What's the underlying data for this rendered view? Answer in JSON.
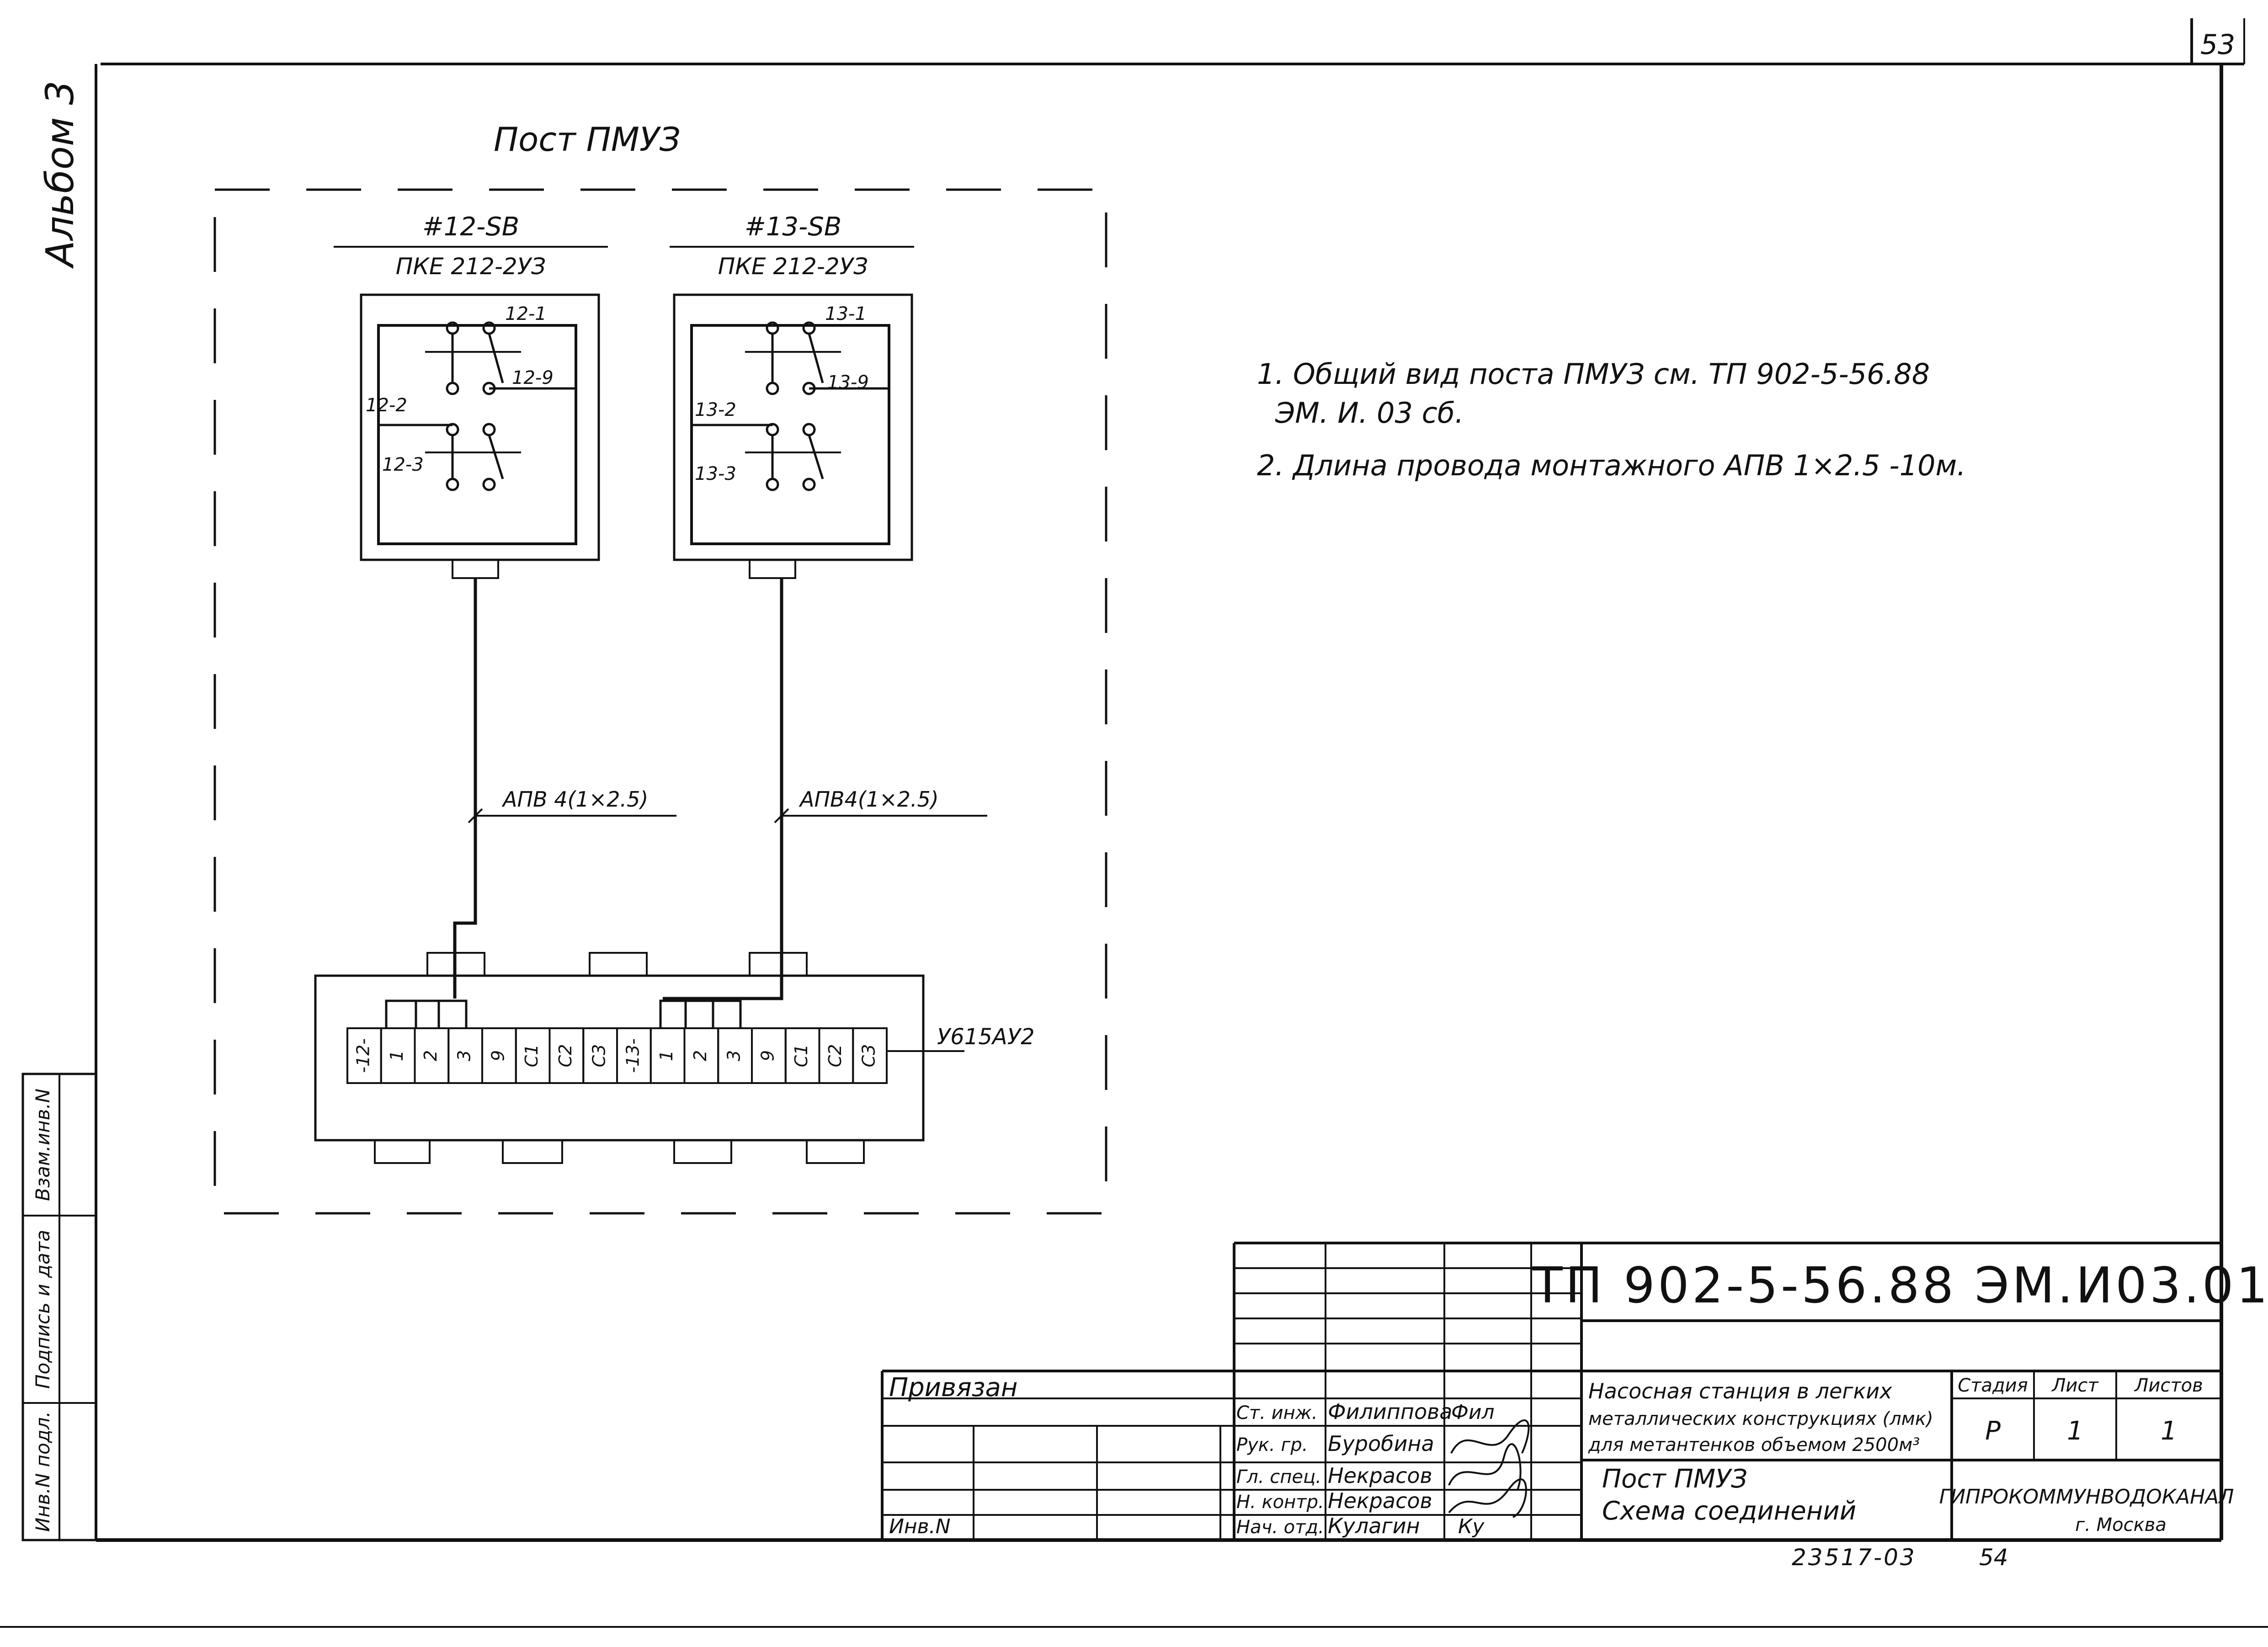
{
  "sheet": {
    "page_number": "53",
    "album_label": "Альбом 3",
    "bottom_note_left": "23517-03",
    "bottom_note_right": "54"
  },
  "left_stamp": {
    "col_1": "Взам.инв.N",
    "col_2": "Подпись и дата",
    "col_3": "Инв.N подл."
  },
  "diagram": {
    "title": "Пост ПМУЗ",
    "switch_left": {
      "tag": "#12-SB",
      "model": "ПКЕ 212-2УЗ",
      "contacts": [
        "12-1",
        "12-9",
        "12-2",
        "12-3"
      ]
    },
    "switch_right": {
      "tag": "#13-SB",
      "model": "ПКЕ 212-2УЗ",
      "contacts": [
        "13-1",
        "13-9",
        "13-2",
        "13-3"
      ]
    },
    "cable_left": "АПВ 4(1×2.5)",
    "cable_right": "АПВ4(1×2.5)",
    "terminal_block_label": "У615АУ2",
    "terminals": [
      "-12-",
      "1",
      "2",
      "3",
      "9",
      "С1",
      "С2",
      "С3",
      "-13-",
      "1",
      "2",
      "3",
      "9",
      "С1",
      "С2",
      "С3"
    ]
  },
  "notes": [
    "1. Общий вид поста ПМУЗ см. ТП 902-5-56.88",
    "ЭМ. И. 03 сб.",
    "2. Длина провода монтажного АПВ 1×2.5 -10м."
  ],
  "title_block": {
    "doc_code": "ТП 902-5-56.88 ЭМ.И03.01",
    "privyazan": "Привязан",
    "inv_n": "Инв.N",
    "project_lines": [
      "Насосная станция в легких",
      "металлических конструкциях (лмк)",
      "для метантенков объемом 2500м³"
    ],
    "sheet_title_lines": [
      "Пост ПМУЗ",
      "Схема соединений"
    ],
    "stage_header": "Стадия",
    "sheet_header": "Лист",
    "sheets_header": "Листов",
    "stage": "Р",
    "sheet_no": "1",
    "sheets_total": "1",
    "org": "ГИПРОКОММУНВОДОКАНАЛ",
    "city": "г. Москва",
    "roles": [
      {
        "role": "Ст. инж.",
        "name": "Филиппова",
        "sign": "Фил"
      },
      {
        "role": "Рук. гр.",
        "name": "Буробина",
        "sign": ""
      },
      {
        "role": "Гл. спец.",
        "name": "Некрасов",
        "sign": ""
      },
      {
        "role": "Н. контр.",
        "name": "Некрасов",
        "sign": ""
      },
      {
        "role": "Нач. отд.",
        "name": "Кулагин",
        "sign": "Ку"
      }
    ]
  },
  "colors": {
    "ink": "#111111",
    "paper": "#ffffff"
  }
}
